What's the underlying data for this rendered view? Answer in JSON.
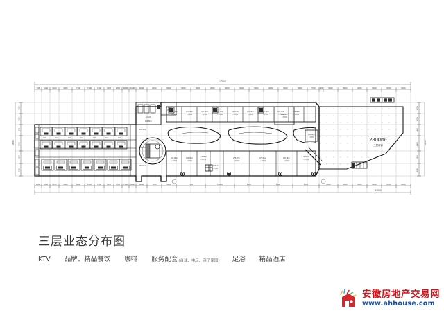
{
  "page": {
    "background": "#ffffff",
    "title": "三层业态分布图"
  },
  "caption": {
    "title": "三层业态分布图",
    "legend": [
      {
        "label": "KTV",
        "sub": ""
      },
      {
        "label": "品牌、精品餐饮",
        "sub": ""
      },
      {
        "label": "咖啡",
        "sub": ""
      },
      {
        "label": "服务配套",
        "sub": "(台球、电玩、亲子家园)"
      },
      {
        "label": "足浴",
        "sub": ""
      },
      {
        "label": "精品酒店",
        "sub": ""
      }
    ]
  },
  "plan": {
    "big_area": {
      "value": "2800m²",
      "sub": "三层商铺"
    },
    "overall_top_dim": "17500",
    "overall_bottom_dim": "17500",
    "top_dims": [
      "960",
      "5100",
      "5100",
      "9600",
      "7100",
      "7100",
      "7100",
      "7100",
      "4800",
      "4800",
      "5100",
      "9200",
      "8100",
      "8400",
      "8400",
      "8400",
      "8400",
      "8400",
      "8400",
      "8400",
      "7700",
      "900",
      "8400",
      "8400",
      "8400",
      "8400",
      "8400"
    ],
    "bottom_dims": [
      "5100",
      "5100",
      "5100",
      "4800",
      "4800",
      "5100",
      "7100",
      "7100",
      "7100",
      "7100",
      "4800",
      "4800",
      "7100",
      "5100",
      "7100",
      "8100",
      "14800",
      "8400",
      "8400",
      "8400",
      "8400",
      "8400",
      "8400",
      "8400"
    ],
    "left_dims": [
      "4000",
      "4000",
      "1400",
      "4400",
      "1800",
      "4000"
    ],
    "right_dims": [
      "4000",
      "4000",
      "1400",
      "4400",
      "1800",
      "4000"
    ],
    "unit_labels": [
      "106.90m²",
      "120.82m²",
      "74.44m²",
      "88.30m²",
      "76.10m²",
      "117.72m²",
      "117.72m²",
      "117.72m²",
      "117.72m²",
      "116.07m²",
      "117.72m²",
      "117.72m²",
      "117.72m²",
      "102.16m²",
      "100.23m²",
      "100.50m²",
      "178.12m²",
      "116.80m²",
      "275.47m²",
      "275.68m²",
      "197.19m²",
      "74.30m²",
      "203.30m²",
      "150.14m²",
      "78.31m²",
      "209.14m²"
    ],
    "unit_sub": "三层商铺"
  },
  "watermark": {
    "cn": "安徽房地产交易网",
    "url": "www.ahhouse.com",
    "colors": {
      "cn": "#c8161d",
      "url": "#1b4fa0",
      "mark_red": "#d8262c"
    }
  },
  "colors": {
    "line": "#222222",
    "thin_line": "#8c8c8c",
    "grid": "#b5b5b5",
    "text": "#3a3a3a"
  }
}
